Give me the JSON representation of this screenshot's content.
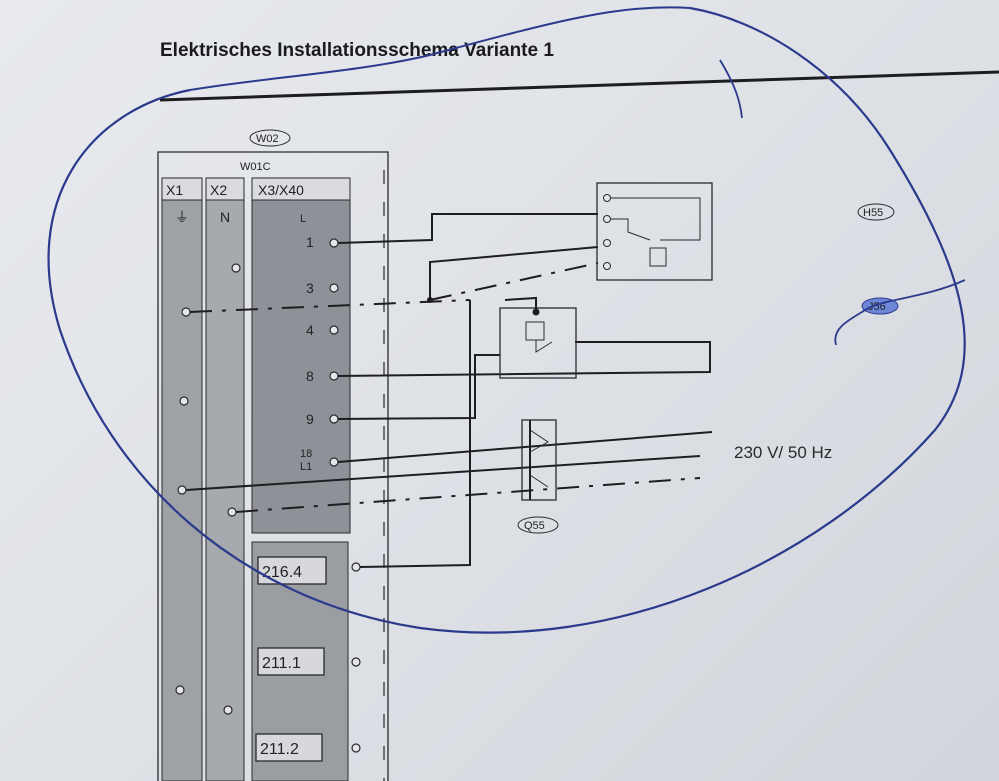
{
  "title": "Elektrisches Installationsschema Variante 1",
  "tags": {
    "w02": "W02",
    "w01c": "W01C",
    "h55": "H55",
    "j56": "J56",
    "q55": "Q55"
  },
  "headers": {
    "x1": "X1",
    "x2": "X2",
    "x3": "X3/X40"
  },
  "columns": {
    "ground": "⏚",
    "neutral": "N",
    "live": "L"
  },
  "terminals": [
    "1",
    "3",
    "4",
    "8",
    "9",
    "18",
    "L1"
  ],
  "boxes": [
    "216.4",
    "211.1",
    "211.2"
  ],
  "supply": "230 V/ 50 Hz",
  "colors": {
    "ink": "#232325",
    "marker": "#2b3a8c",
    "paper": "#e4e6ea"
  }
}
